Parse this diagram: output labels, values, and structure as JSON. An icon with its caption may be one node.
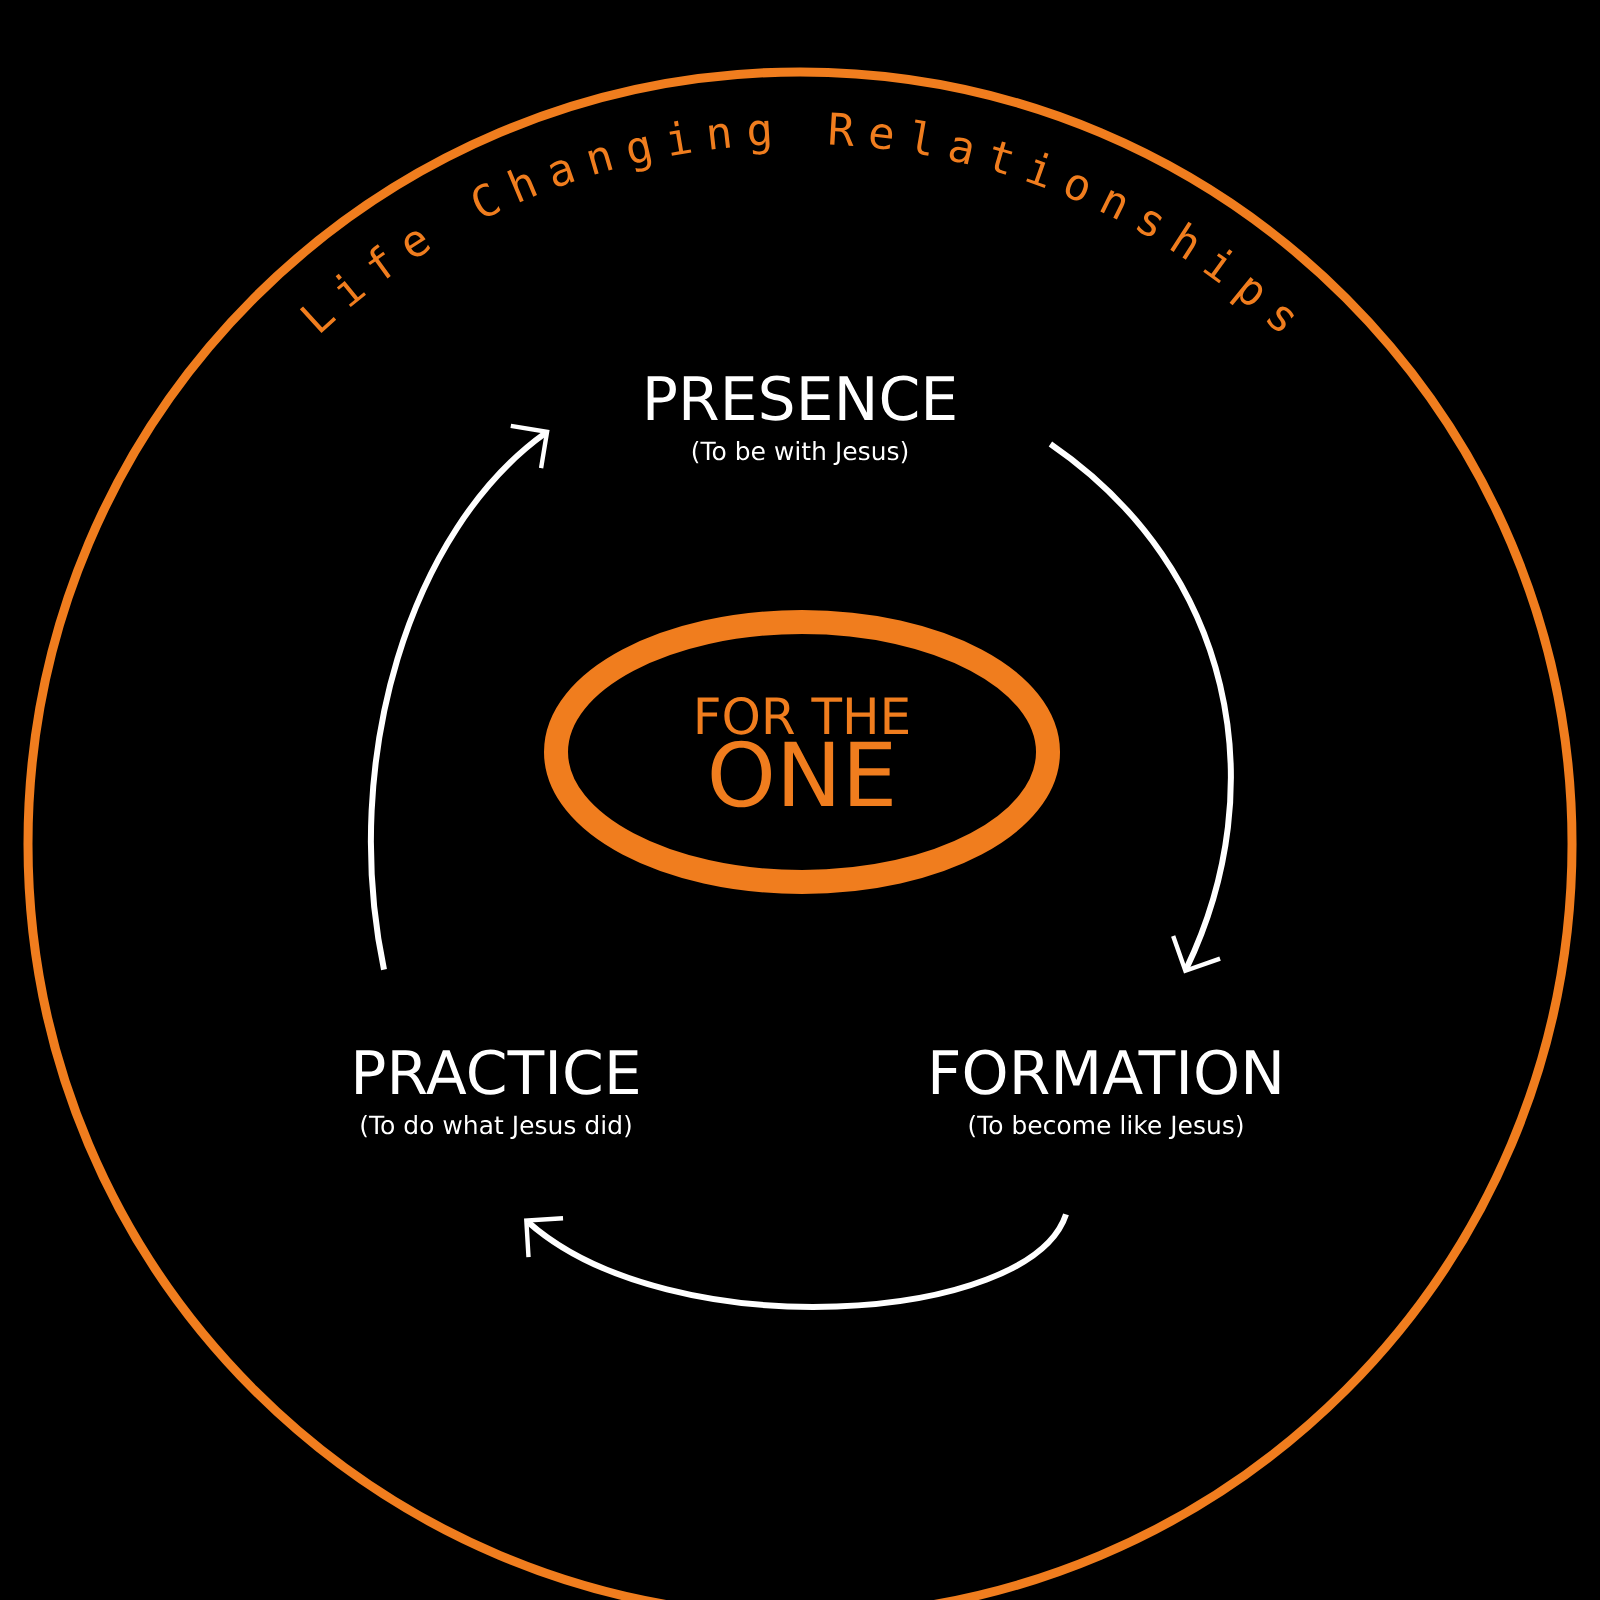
{
  "diagram": {
    "nodes": [
      {
        "text": [
          "Life Changing Relationships"
        ]
      },
      {
        "text": [
          "PRESENCE",
          "(To be with Jesus)"
        ],
        "in": 0
      },
      {
        "text": [
          "FOR THE",
          "ONE"
        ],
        "in": 0
      },
      {
        "text": [
          "PRACTICE",
          "(To do what Jesus did)"
        ],
        "in": 0
      },
      {
        "text": [
          "FORMATION",
          "(To become like Jesus)"
        ],
        "in": 0
      }
    ],
    "edges": [
      {
        "from": 1,
        "to": 4,
        "arrow": "to"
      },
      {
        "from": 4,
        "to": 3,
        "arrow": "to"
      },
      {
        "from": 3,
        "to": 1,
        "arrow": "to"
      }
    ]
  }
}
